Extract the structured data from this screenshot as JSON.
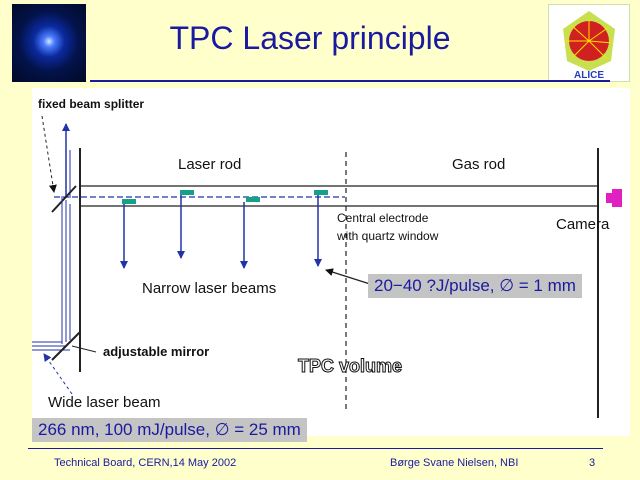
{
  "slide": {
    "title": "TPC Laser principle"
  },
  "diagram": {
    "fixed_beam_splitter": "fixed beam splitter",
    "laser_rod": "Laser rod",
    "gas_rod": "Gas rod",
    "central_electrode_line1": "Central electrode",
    "central_electrode_line2": "with quartz window",
    "camera": "Camera",
    "narrow_beams": "Narrow laser beams",
    "narrow_beam_spec": "20−40 ?J/pulse, ∅ = 1 mm",
    "adjustable_mirror": "adjustable mirror",
    "tpc_volume": "TPC volume",
    "wide_beam": "Wide laser beam",
    "wide_beam_spec": "266 nm, 100 mJ/pulse, ∅ = 25 mm"
  },
  "footer": {
    "left": "Technical Board, CERN,14 May 2002",
    "center": "Børge Svane Nielsen, NBI",
    "page": "3"
  },
  "colors": {
    "title": "#1a1aa0",
    "beam": "#2233aa",
    "mirror_segment": "#15a08a",
    "camera": "#e020c0",
    "spec_box": "#c4c4c4"
  }
}
